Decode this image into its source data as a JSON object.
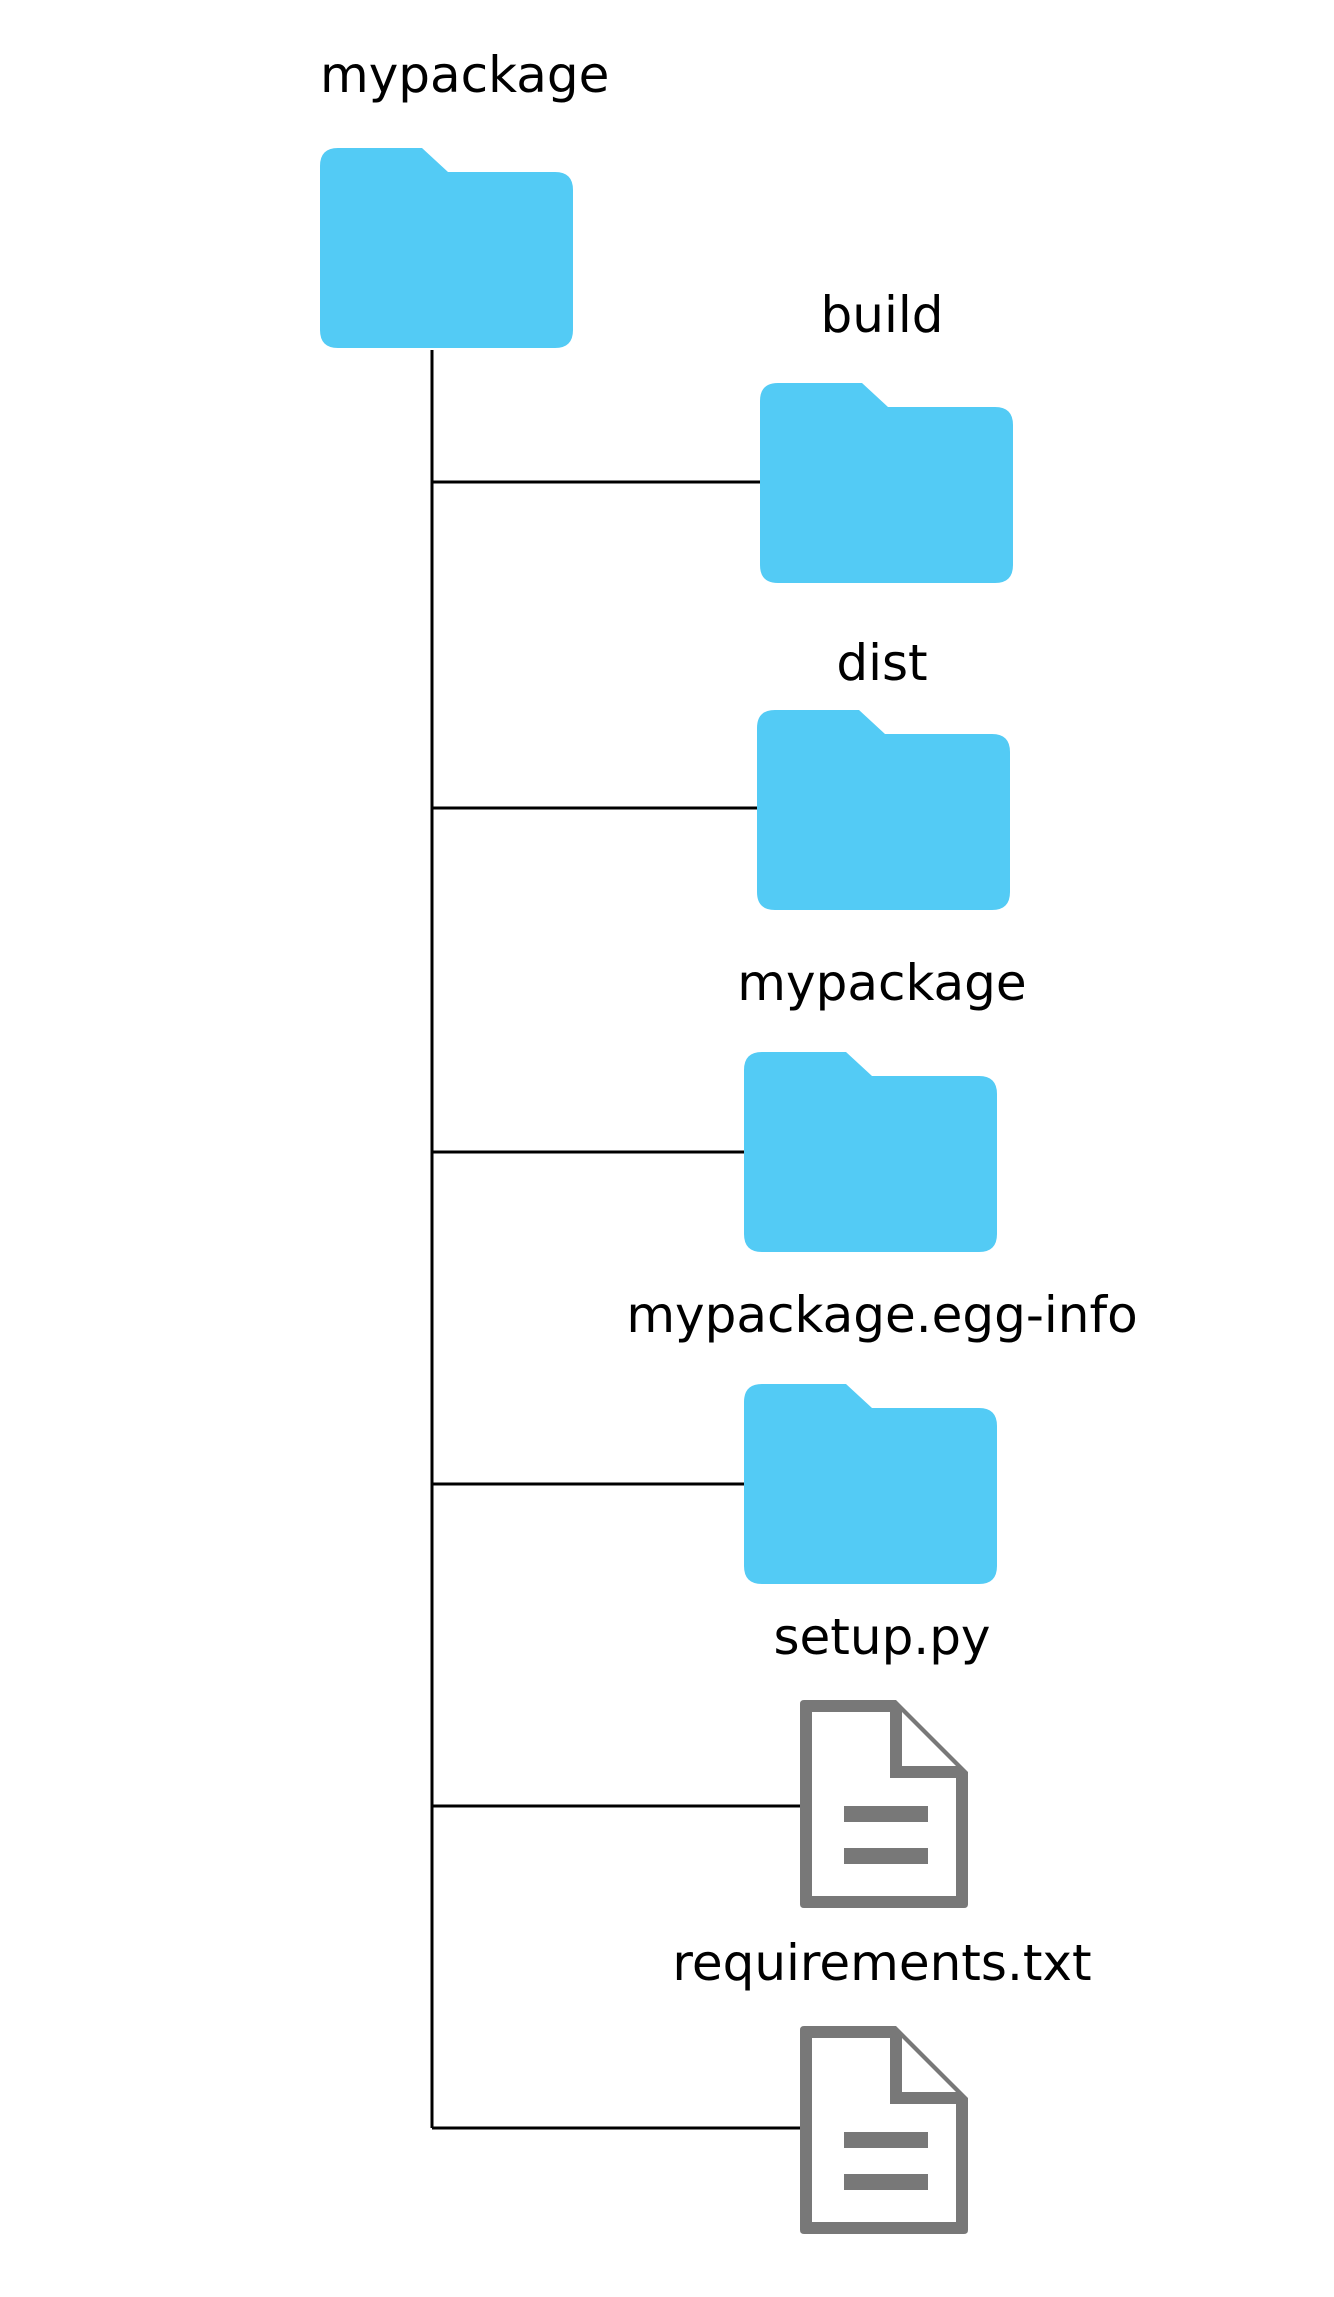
{
  "colors": {
    "folder": "#53CBF5",
    "file": "#787878",
    "line": "#000000"
  },
  "root": {
    "name": "mypackage",
    "icon": "folder-icon"
  },
  "children": [
    {
      "name": "build",
      "icon": "folder-icon"
    },
    {
      "name": "dist",
      "icon": "folder-icon"
    },
    {
      "name": "mypackage",
      "icon": "folder-icon"
    },
    {
      "name": "mypackage.egg-info",
      "icon": "folder-icon"
    },
    {
      "name": "setup.py",
      "icon": "file-icon"
    },
    {
      "name": "requirements.txt",
      "icon": "file-icon"
    }
  ]
}
